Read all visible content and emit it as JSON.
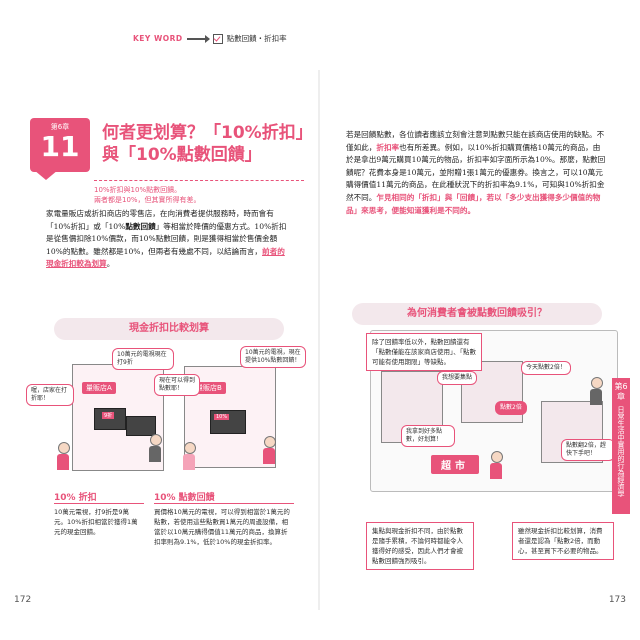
{
  "left_page": {
    "keyword_tag": "KEY WORD",
    "keyword_label": "點數回饋・折扣率",
    "badge_chapter": "第6章",
    "badge_number": "11",
    "title_line1": "何者更划算？「10%折扣」",
    "title_line2": "與「10%點數回饋」",
    "subtitle_line1": "10%折扣與10%點數回饋。",
    "subtitle_line2": "兩者都是10%，但其實所得有差。",
    "body_part1": "家電量販店或折扣商店的零售店，在向消費者提供服務時，時而會有「10%折扣」或「10%",
    "body_bold1": "點數回饋",
    "body_part2": "」等相當於降價的優惠方式。10%折扣是從售價扣除10%價款，而10%點數回饋，則是獲得相當於售價金額10%的點數。雖然都是10%，但兩者有幾處不同，以結論而言，",
    "body_highlight": "前者的現金折扣較為划算",
    "body_part3": "。",
    "section_title": "現金折扣比較划算",
    "store_a_sign": "量販店A",
    "store_b_sign": "量販店B",
    "bubble_a_price": "10萬元的電視現在打9折",
    "bubble_b_price": "10萬元的電視，現在提供10%點數回饋！",
    "bubble_customer_a": "喔，店家在打折耶！",
    "bubble_customer_b": "現在可以得到點數耶！",
    "tv_label_a": "9折",
    "tv_label_b": "10%",
    "tag_a_head": "10% 折扣",
    "tag_a_body": "10萬元電視，打9折是9萬元。10%折扣相當於獲得1萬元的現金回饋。",
    "tag_b_head": "10% 點數回饋",
    "tag_b_body": "買價格10萬元的電視，可以得到相當於1萬元的點數，若使用這些點數買1萬元的周邊設備，相當於以10萬元購得價值11萬元的商品，換算折扣率則為9.1%，低於10%的現金折扣率。",
    "page_number": "172"
  },
  "right_page": {
    "body_part1": "若是回饋點數，各位讀者應該立刻會注意到點數只能在該商店使用的缺點。不僅如此，",
    "body_bold1": "折扣率",
    "body_part2": "也有所差異。例如，以10%折扣購買價格10萬元的商品，由於是拿出9萬元購買10萬元的物品，折扣率如字面所示為10%。那麼，點數回饋呢？花費本身是10萬元，並附贈1張1萬元的優惠券。換言之，可以10萬元購得價值11萬元的商品，在此種狀況下的折扣率為9.1%，可知與10%折扣金然不同。",
    "body_bold2": "乍見相同的「折扣」與「回饋」，若以「多少支出獲得多少價值的物品」來思考，便能知道獲利是不同的。",
    "section_title": "為何消費者會被點數回饋吸引？",
    "note_top": "除了回饋率低以外，點數回饋還有「點數僅能在該家商店使用」、「點數可能有使用期限」等缺點。",
    "bubble_1": "我想要集點",
    "bubble_2": "今天點數2倍！",
    "bubble_3": "點數2倍",
    "bubble_4": "點數翻2倍，趕快下手吧！",
    "bubble_5": "我拿到好多點數，好划算！",
    "market_sign": "超市",
    "note_bottom_left": "集點與現金折扣不同，由於點數是隨手累積，不論何時都能令人獲得好的感受，因此人們才會被點數回饋強烈吸引。",
    "note_bottom_right": "雖然現金折扣比較划算，消費者還是認為「點數2倍，而動心，甚至買下不必要的物品。",
    "side_tab_chapter": "第6章",
    "side_tab_text": "日常生活中實用的行為經濟學",
    "page_number": "173"
  },
  "colors": {
    "accent": "#e8537a",
    "accent_light": "#f3e8ec",
    "text": "#333333"
  }
}
